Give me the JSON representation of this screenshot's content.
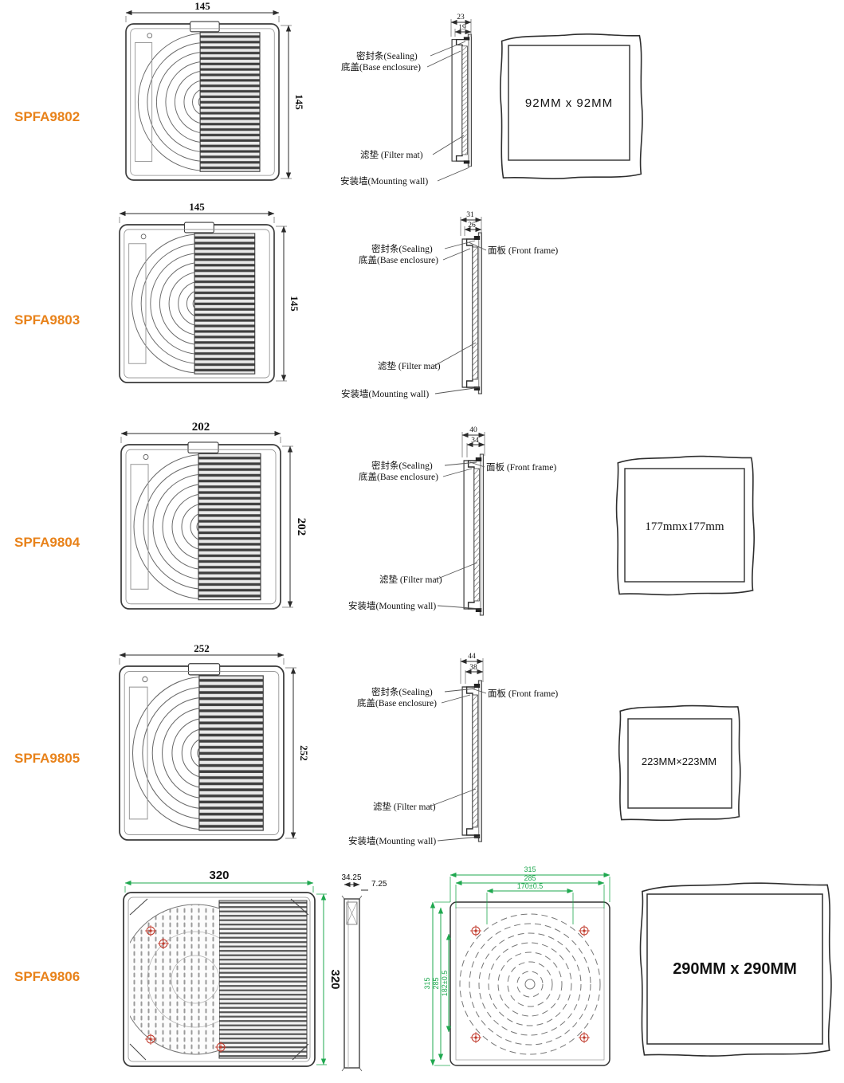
{
  "title": "Fan filter dimension drawings",
  "colors": {
    "accent": "#E8821A",
    "green": "#1fa84f",
    "red": "#c0392b",
    "line": "#333333"
  },
  "rows": [
    {
      "model": "SPFA9802",
      "front": {
        "width": "145",
        "height": "145"
      },
      "section": {
        "outer": "23",
        "inner": "19",
        "sealing": "密封条(Sealing)",
        "base": "底盖(Base enclosure)",
        "filter": "滤垫 (Filter mat)",
        "wall": "安装墙(Mounting wall)"
      },
      "cutout": "92MM x  92MM"
    },
    {
      "model": "SPFA9803",
      "front": {
        "width": "145",
        "height": "145"
      },
      "section": {
        "outer": "31",
        "inner": "26",
        "sealing": "密封条(Sealing)",
        "base": "底盖(Base enclosure)",
        "front_frame": "面板  (Front frame)",
        "filter": "滤垫 (Filter mat)",
        "wall": "安装墙(Mounting wall)"
      }
    },
    {
      "model": "SPFA9804",
      "front": {
        "width": "202",
        "height": "202"
      },
      "section": {
        "outer": "40",
        "inner": "34",
        "sealing": "密封条(Sealing)",
        "base": "底盖(Base enclosure)",
        "front_frame": "面板  (Front frame)",
        "filter": "滤垫 (Filter mat)",
        "wall": "安装墙(Mounting wall)"
      },
      "cutout": "177mmx177mm"
    },
    {
      "model": "SPFA9805",
      "front": {
        "width": "252",
        "height": "252"
      },
      "section": {
        "outer": "44",
        "inner": "38",
        "sealing": "密封条(Sealing)",
        "base": "底盖(Base enclosure)",
        "front_frame": "面板  (Front frame)",
        "filter": "滤垫 (Filter mat)",
        "wall": "安装墙(Mounting wall)"
      },
      "cutout": "223MM×223MM"
    },
    {
      "model": "SPFA9806",
      "front": {
        "width": "320",
        "height": "320"
      },
      "profile": {
        "depth": "34.25",
        "lip": "7.25"
      },
      "template": {
        "outer_w": "315",
        "mid_w": "285",
        "inner_w": "170±0.5",
        "outer_h": "315",
        "mid_h": "285",
        "inner_h": "182±0.5"
      },
      "cutout": "290MM x 290MM"
    }
  ]
}
